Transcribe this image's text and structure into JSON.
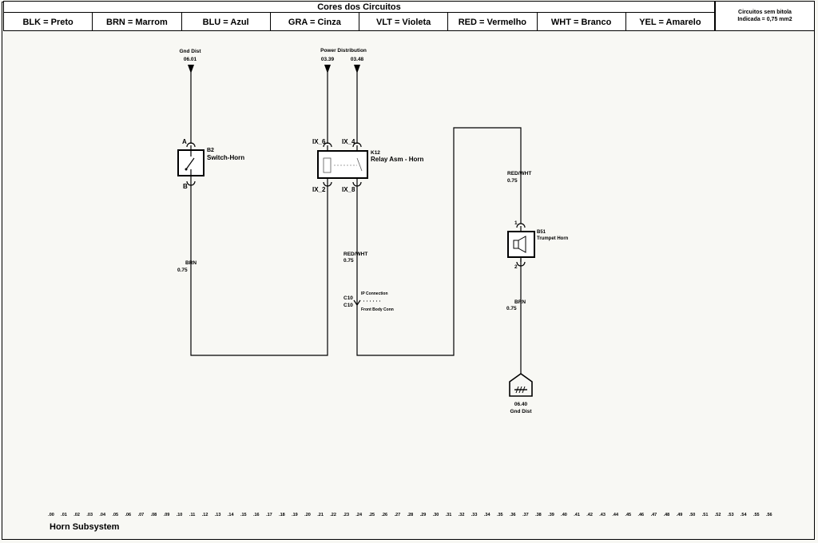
{
  "legend": {
    "title": "Cores dos Circuitos",
    "colors": [
      "BLK = Preto",
      "BRN = Marrom",
      "BLU = Azul",
      "GRA = Cinza",
      "VLT = Violeta",
      "RED = Vermelho",
      "WHT = Branco",
      "YEL = Amarelo"
    ]
  },
  "note": {
    "line1": "Circuitos sem bitola",
    "line2": "Indicada = 0,75 mm2"
  },
  "gnd_top": {
    "title": "Gnd Dist",
    "ref": "06.01"
  },
  "power": {
    "title": "Power Distribution",
    "ref_a": "03.39",
    "ref_b": "03.48"
  },
  "switch": {
    "id": "B2",
    "name": "Switch-Horn",
    "pin_a": "A",
    "pin_b": "B"
  },
  "relay": {
    "id": "K12",
    "name": "Relay Asm - Horn",
    "pin_6": "IX_6",
    "pin_4": "IX_4",
    "pin_2": "IX_2",
    "pin_8": "IX_8"
  },
  "wires": {
    "brn_left": {
      "color": "BRN",
      "gauge": "0.75"
    },
    "redwht_mid": {
      "color": "RED/WHT",
      "gauge": "0.75"
    },
    "redwht_right": {
      "color": "RED/WHT",
      "gauge": "0.75"
    },
    "brn_right": {
      "color": "BRN",
      "gauge": "0.75"
    }
  },
  "connector": {
    "a": "C10",
    "b": "C10",
    "desc_a": "IP Connection",
    "desc_b": "Front Body Conn"
  },
  "horn": {
    "id": "B51",
    "name": "Trumpet Horn",
    "pin_1": "1",
    "pin_2": "2"
  },
  "gnd_bottom": {
    "ref": "06.40",
    "title": "Gnd Dist"
  },
  "grid_ticks": [
    ".00",
    ".01",
    ".02",
    ".03",
    ".04",
    ".05",
    ".06",
    ".07",
    ".08",
    ".09",
    ".10",
    ".11",
    ".12",
    ".13",
    ".14",
    ".15",
    ".16",
    ".17",
    ".18",
    ".19",
    ".20",
    ".21",
    ".22",
    ".23",
    ".24",
    ".25",
    ".26",
    ".27",
    ".28",
    ".29",
    ".30",
    ".31",
    ".32",
    ".33",
    ".34",
    ".35",
    ".36",
    ".37",
    ".38",
    ".39",
    ".40",
    ".41",
    ".42",
    ".43",
    ".44",
    ".45",
    ".46",
    ".47",
    ".48",
    ".49",
    ".50",
    ".51",
    ".52",
    ".53",
    ".54",
    ".55",
    ".56"
  ],
  "footer": {
    "title": "Horn Subsystem"
  }
}
